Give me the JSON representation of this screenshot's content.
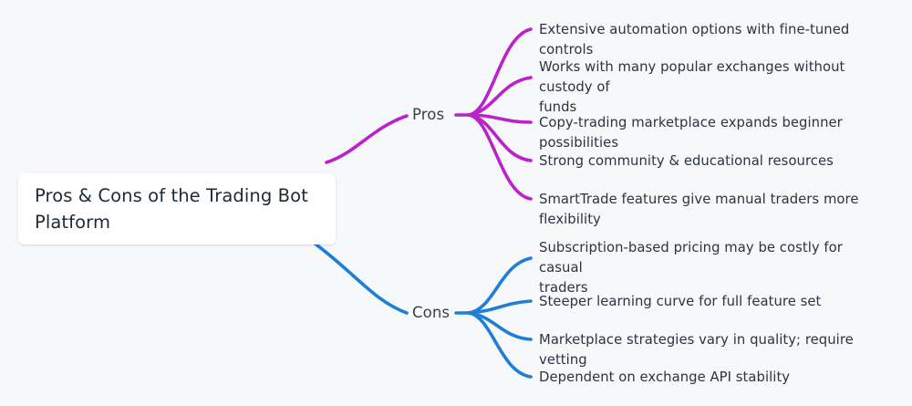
{
  "diagram": {
    "type": "mind-map",
    "background_color": "#f7f8fa",
    "root": {
      "label": "Pros & Cons of the Trading Bot Platform",
      "text_color": "#1f2937",
      "box_color": "#ffffff"
    },
    "branches": [
      {
        "label": "Pros",
        "color": "#b923c9",
        "leaves": [
          "Extensive automation options with fine-tuned controls",
          "Works with many popular exchanges without custody of\nfunds",
          "Copy-trading marketplace expands beginner possibilities",
          "Strong community & educational resources",
          "SmartTrade features give manual traders more flexibility"
        ]
      },
      {
        "label": "Cons",
        "color": "#1f7fd4",
        "leaves": [
          "Subscription-based pricing may be costly for casual\ntraders",
          "Steeper learning curve for full feature set",
          "Marketplace strategies vary in quality; require vetting",
          "Dependent on exchange API stability"
        ]
      }
    ]
  }
}
